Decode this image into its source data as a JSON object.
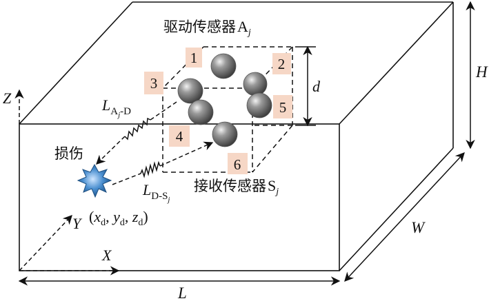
{
  "figure": {
    "drive_sensor": {
      "text": "驱动传感器",
      "sym": "A",
      "sub": "j"
    },
    "receive_sensor": {
      "text": "接收传感器",
      "sym": "S",
      "sub": "j"
    },
    "damage": {
      "text": "损伤",
      "coord_open": "(",
      "x": "x",
      "y": "y",
      "z": "z",
      "sub": "d",
      "sep": ", ",
      "coord_close": ")"
    },
    "path_ad": {
      "L": "L",
      "sub_a": "A",
      "sub_j": "j",
      "sub_d": "-D"
    },
    "path_ds": {
      "L": "L",
      "sub_d": "D-S",
      "sub_j": "j"
    },
    "axes": {
      "x": "X",
      "y": "Y",
      "z": "Z"
    },
    "dims": {
      "length": "L",
      "width": "W",
      "height": "H",
      "spacing": "d"
    },
    "numbers": [
      "1",
      "2",
      "3",
      "4",
      "5",
      "6"
    ],
    "colors": {
      "line": "#111111",
      "sensor": "#8a8a8a",
      "number_box": "#f6d7c6",
      "damage": "#3b7fc0"
    }
  }
}
